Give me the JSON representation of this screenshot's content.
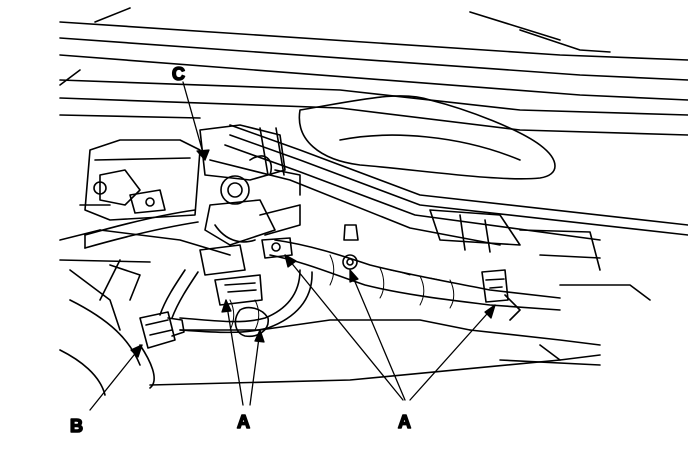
{
  "callouts": {
    "c": "C",
    "b": "B",
    "a_left": "A",
    "a_right": "A"
  },
  "colors": {
    "ink": "#000000",
    "paper": "#ffffff"
  }
}
